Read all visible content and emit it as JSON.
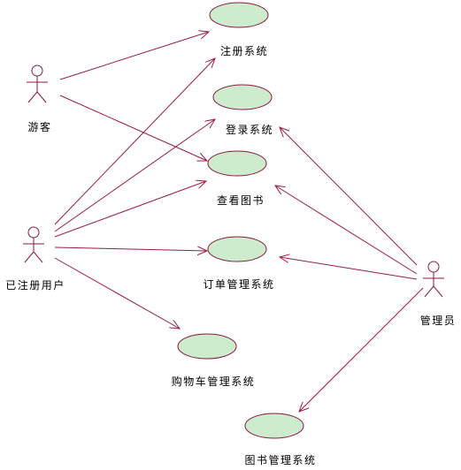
{
  "actors": {
    "visitor": "游客",
    "registered_user": "已注册用户",
    "admin": "管理员"
  },
  "use_cases": {
    "register": "注册系统",
    "login": "登录系统",
    "view_books": "查看图书",
    "order_management": "订单管理系统",
    "cart_management": "购物车管理系统",
    "book_management": "图书管理系统"
  },
  "colors": {
    "use_case_fill": "#cdeccd",
    "line": "#9b1b44",
    "actor_stroke": "#8a1a3c"
  }
}
